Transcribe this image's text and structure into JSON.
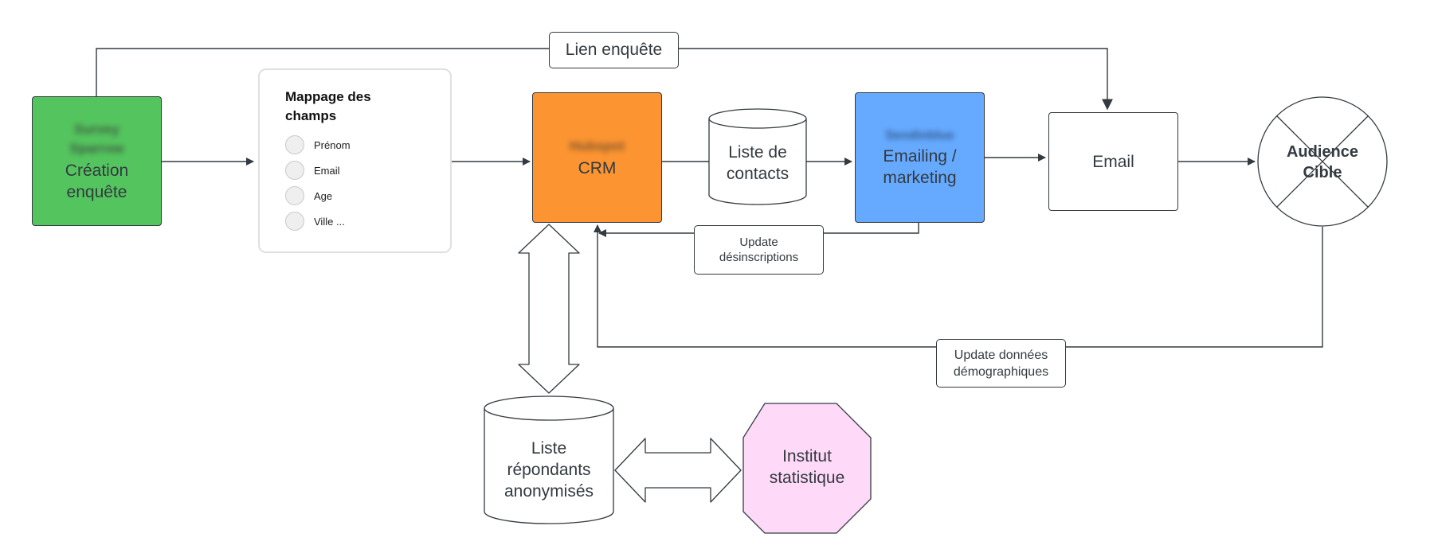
{
  "colors": {
    "stroke": "#333a40",
    "survey_fill": "#54c45e",
    "crm_fill": "#fc9432",
    "emailing_fill": "#66aaff",
    "institut_fill": "#ffd9f8",
    "panel_border": "#e0e0e0"
  },
  "survey": {
    "brand": "Survey Sparrow",
    "line1": "Création",
    "line2": "enquête"
  },
  "mapping": {
    "title_line1": "Mappage des",
    "title_line2": "champs",
    "fields": [
      "Prénom",
      "Email",
      "Age",
      "Ville ..."
    ]
  },
  "crm": {
    "brand": "Hubspot",
    "label": "CRM"
  },
  "contacts": {
    "line1": "Liste de",
    "line2": "contacts"
  },
  "emailing": {
    "brand": "Sendinblue",
    "line1": "Emailing /",
    "line2": "marketing"
  },
  "email": {
    "label": "Email"
  },
  "audience": {
    "line1": "Audience",
    "line2": "Cible"
  },
  "lien": {
    "label": "Lien enquête"
  },
  "update_desinscriptions": {
    "line1": "Update",
    "line2": "désinscriptions"
  },
  "update_demo": {
    "line1": "Update données",
    "line2": "démographiques"
  },
  "repondants": {
    "line1": "Liste",
    "line2": "répondants",
    "line3": "anonymisés"
  },
  "institut": {
    "line1": "Institut",
    "line2": "statistique"
  }
}
